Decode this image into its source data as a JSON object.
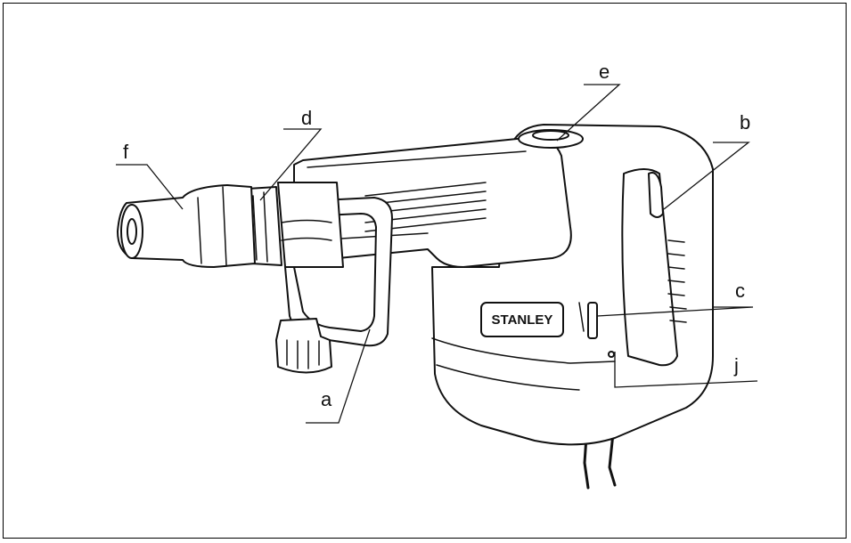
{
  "brand": "STANLEY",
  "labels": {
    "a": "a",
    "b": "b",
    "c": "c",
    "d": "d",
    "e": "e",
    "f": "f",
    "j": "j"
  },
  "colors": {
    "line": "#111111",
    "background": "#ffffff",
    "badge": "#111111"
  }
}
